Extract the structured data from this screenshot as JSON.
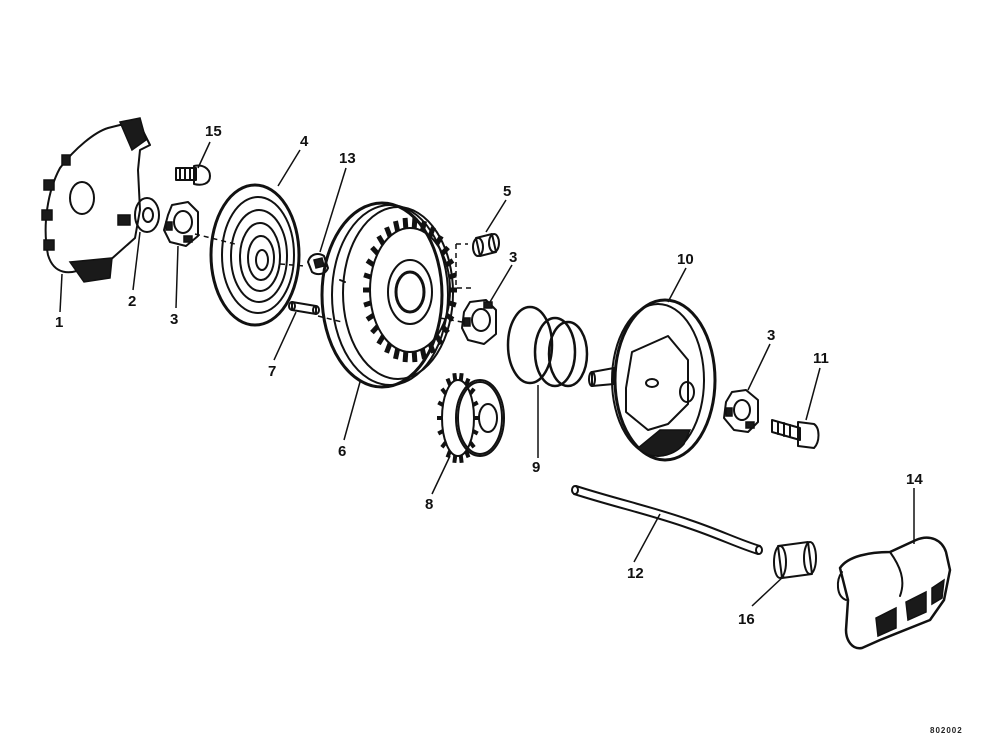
{
  "figure": {
    "drawing_code": "802002",
    "callouts": [
      {
        "id": "c1",
        "label": "1"
      },
      {
        "id": "c2",
        "label": "2"
      },
      {
        "id": "c3a",
        "label": "3"
      },
      {
        "id": "c4",
        "label": "4"
      },
      {
        "id": "c5",
        "label": "5"
      },
      {
        "id": "c3b",
        "label": "3"
      },
      {
        "id": "c6",
        "label": "6"
      },
      {
        "id": "c7",
        "label": "7"
      },
      {
        "id": "c8",
        "label": "8"
      },
      {
        "id": "c9",
        "label": "9"
      },
      {
        "id": "c10",
        "label": "10"
      },
      {
        "id": "c3c",
        "label": "3"
      },
      {
        "id": "c11",
        "label": "11"
      },
      {
        "id": "c12",
        "label": "12"
      },
      {
        "id": "c13",
        "label": "13"
      },
      {
        "id": "c14",
        "label": "14"
      },
      {
        "id": "c15",
        "label": "15"
      },
      {
        "id": "c16",
        "label": "16"
      }
    ]
  },
  "colors": {
    "ink": "#111111",
    "background": "#ffffff"
  }
}
